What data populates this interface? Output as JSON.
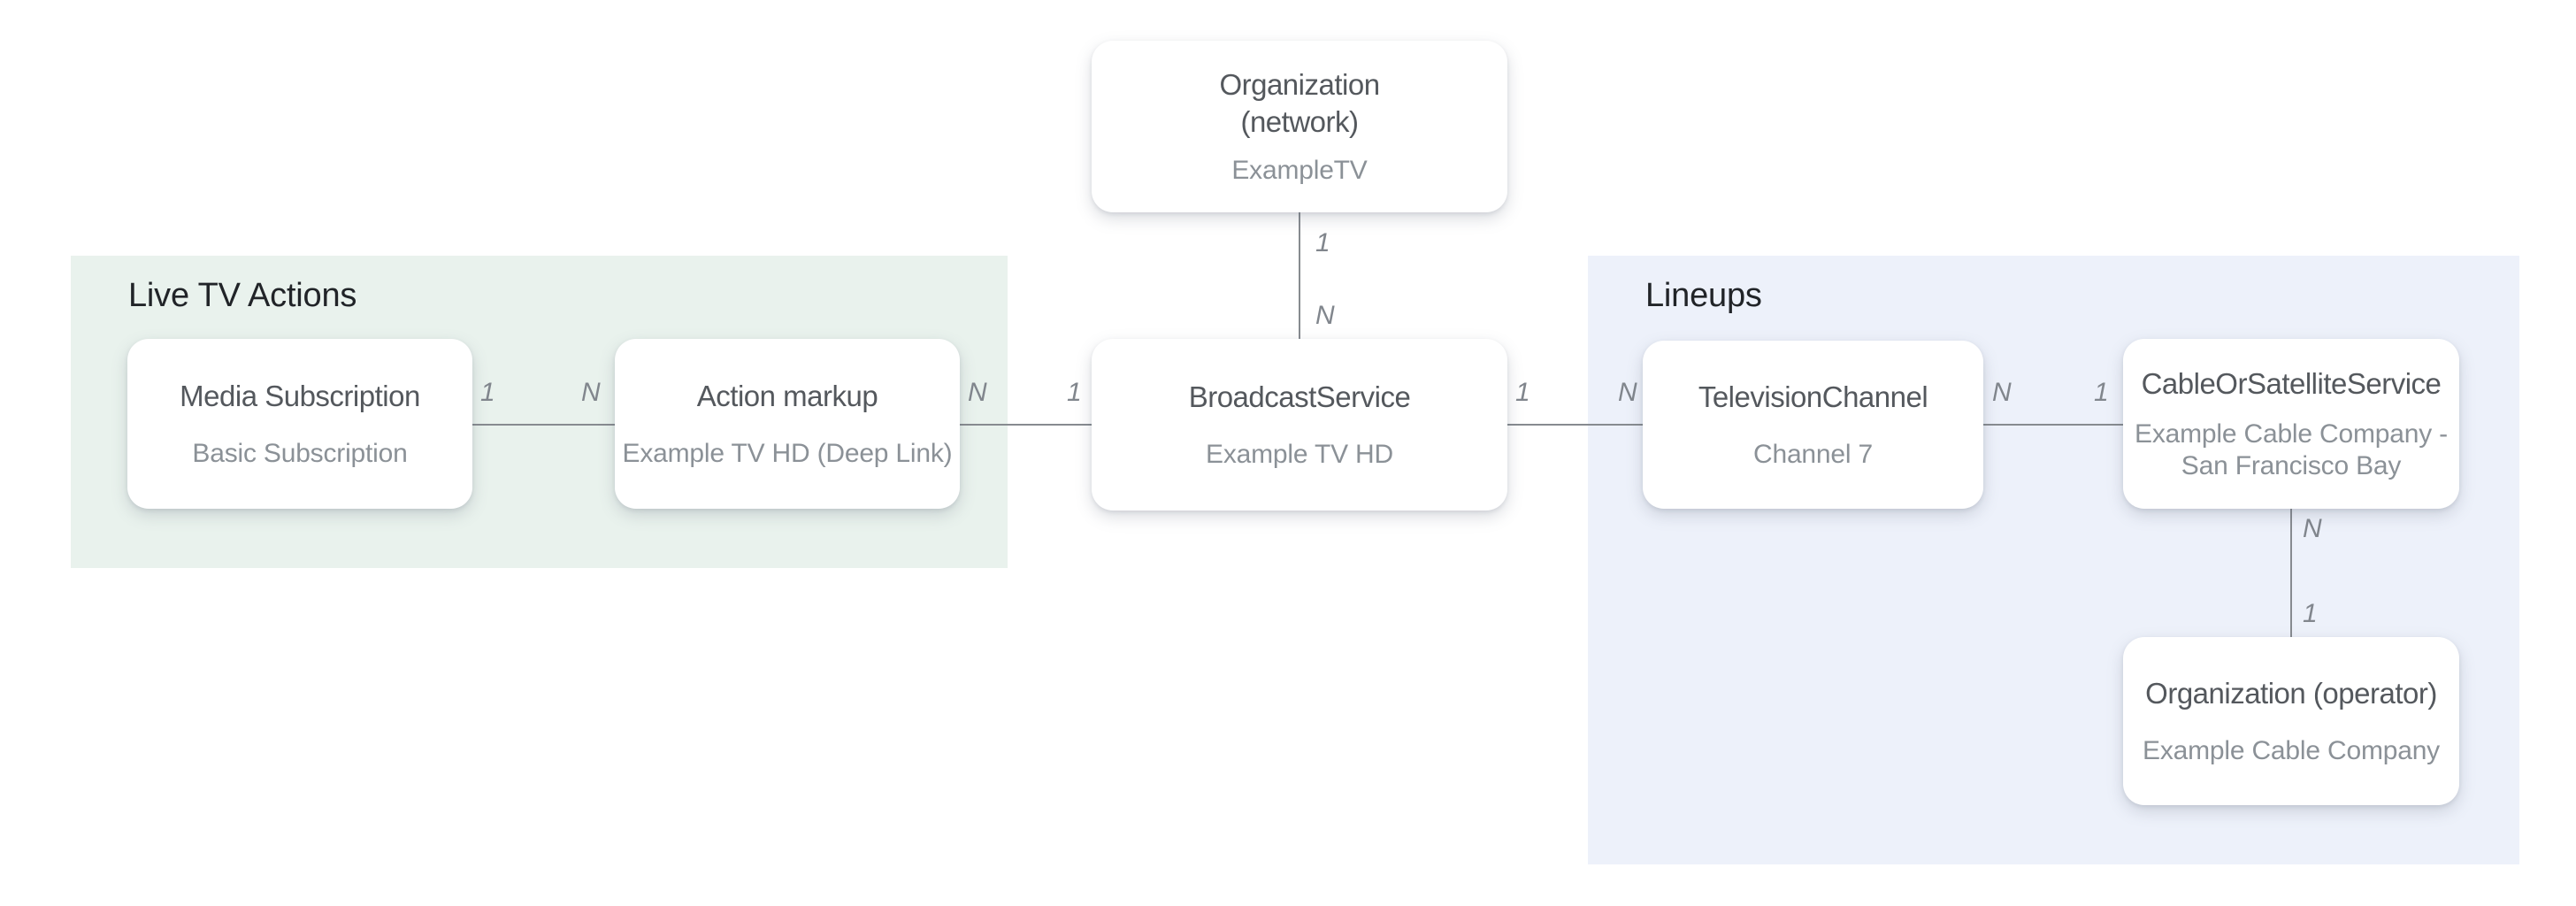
{
  "diagram": {
    "colors": {
      "background": "#ffffff",
      "live_tv_actions_region": "#e9f2ed",
      "lineups_region": "#edf1fa",
      "node_background": "#ffffff",
      "node_title_text": "#54585d",
      "node_subtitle_text": "#8b9197",
      "region_label_text": "#212428",
      "edge_line": "#878b90",
      "cardinality_text": "#81868d"
    },
    "regions": [
      {
        "id": "live-tv-actions",
        "label": "Live TV Actions"
      },
      {
        "id": "lineups",
        "label": "Lineups"
      }
    ],
    "nodes": [
      {
        "id": "media-subscription",
        "title": "Media Subscription",
        "subtitle": "Basic Subscription"
      },
      {
        "id": "action-markup",
        "title": "Action markup",
        "subtitle": "Example TV HD (Deep Link)"
      },
      {
        "id": "organization-network",
        "title_lines": [
          "Organization",
          "(network)"
        ],
        "subtitle": "ExampleTV"
      },
      {
        "id": "broadcast-service",
        "title": "BroadcastService",
        "subtitle": "Example TV HD"
      },
      {
        "id": "television-channel",
        "title": "TelevisionChannel",
        "subtitle": "Channel 7"
      },
      {
        "id": "cable-or-satellite-service",
        "title": "CableOrSatelliteService",
        "subtitle": "Example Cable Company - San Francisco Bay"
      },
      {
        "id": "organization-operator",
        "title": "Organization (operator)",
        "subtitle": "Example Cable Company"
      }
    ],
    "edges": [
      {
        "from": "media-subscription",
        "to": "action-markup",
        "from_card": "1",
        "to_card": "N"
      },
      {
        "from": "action-markup",
        "to": "broadcast-service",
        "from_card": "N",
        "to_card": "1"
      },
      {
        "from": "organization-network",
        "to": "broadcast-service",
        "from_card": "1",
        "to_card": "N"
      },
      {
        "from": "broadcast-service",
        "to": "television-channel",
        "from_card": "1",
        "to_card": "N"
      },
      {
        "from": "television-channel",
        "to": "cable-or-satellite-service",
        "from_card": "N",
        "to_card": "1"
      },
      {
        "from": "cable-or-satellite-service",
        "to": "organization-operator",
        "from_card": "N",
        "to_card": "1"
      }
    ]
  }
}
